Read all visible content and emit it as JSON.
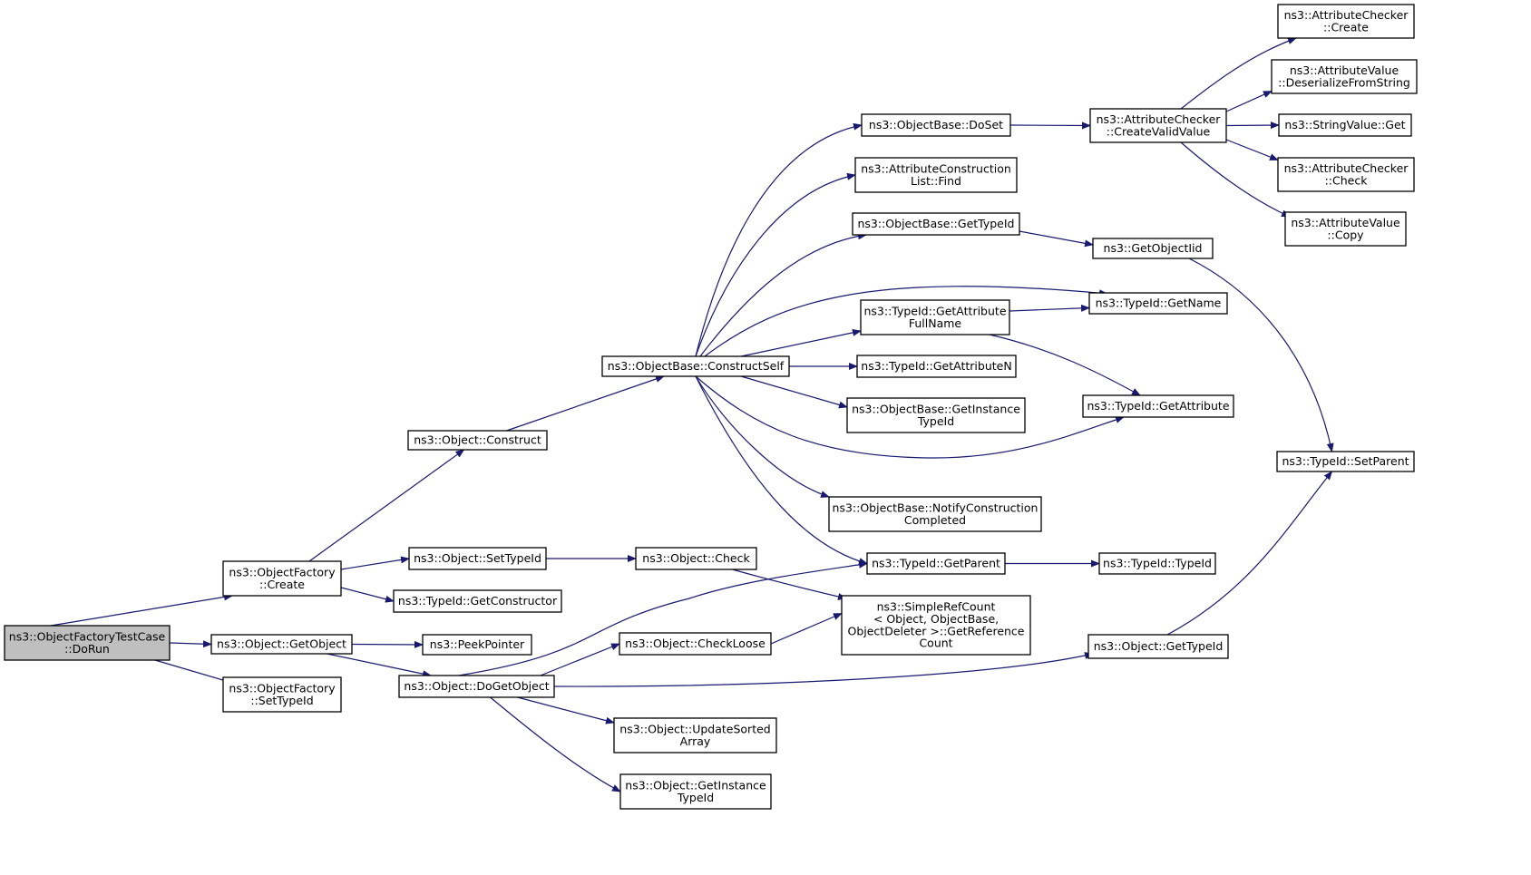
{
  "graph": {
    "root": "DoRun",
    "nodes": [
      {
        "id": "DoRun",
        "lines": [
          "ns3::ObjectFactoryTestCase",
          "::DoRun"
        ],
        "root": true
      },
      {
        "id": "OFCreate",
        "lines": [
          "ns3::ObjectFactory",
          "::Create"
        ]
      },
      {
        "id": "OGetObject",
        "lines": [
          "ns3::Object::GetObject"
        ]
      },
      {
        "id": "OFSetTypeId",
        "lines": [
          "ns3::ObjectFactory",
          "::SetTypeId"
        ]
      },
      {
        "id": "OConstruct",
        "lines": [
          "ns3::Object::Construct"
        ]
      },
      {
        "id": "OSetTypeId",
        "lines": [
          "ns3::Object::SetTypeId"
        ]
      },
      {
        "id": "TGetConstructor",
        "lines": [
          "ns3::TypeId::GetConstructor"
        ]
      },
      {
        "id": "PeekPointer",
        "lines": [
          "ns3::PeekPointer"
        ]
      },
      {
        "id": "ODoGetObject",
        "lines": [
          "ns3::Object::DoGetObject"
        ]
      },
      {
        "id": "OBConstructSelf",
        "lines": [
          "ns3::ObjectBase::ConstructSelf"
        ]
      },
      {
        "id": "OCheck",
        "lines": [
          "ns3::Object::Check"
        ]
      },
      {
        "id": "OCheckLoose",
        "lines": [
          "ns3::Object::CheckLoose"
        ]
      },
      {
        "id": "OUpdateSorted",
        "lines": [
          "ns3::Object::UpdateSorted",
          "Array"
        ]
      },
      {
        "id": "OGetInstanceTypeId",
        "lines": [
          "ns3::Object::GetInstance",
          "TypeId"
        ]
      },
      {
        "id": "OBDoSet",
        "lines": [
          "ns3::ObjectBase::DoSet"
        ]
      },
      {
        "id": "ACLFind",
        "lines": [
          "ns3::AttributeConstruction",
          "List::Find"
        ]
      },
      {
        "id": "OBGetTypeId",
        "lines": [
          "ns3::ObjectBase::GetTypeId"
        ]
      },
      {
        "id": "TGetAttrFullName",
        "lines": [
          "ns3::TypeId::GetAttribute",
          "FullName"
        ]
      },
      {
        "id": "TGetAttributeN",
        "lines": [
          "ns3::TypeId::GetAttributeN"
        ]
      },
      {
        "id": "OBGetInstanceTypeId",
        "lines": [
          "ns3::ObjectBase::GetInstance",
          "TypeId"
        ]
      },
      {
        "id": "OBNotify",
        "lines": [
          "ns3::ObjectBase::NotifyConstruction",
          "Completed"
        ]
      },
      {
        "id": "TGetParent",
        "lines": [
          "ns3::TypeId::GetParent"
        ]
      },
      {
        "id": "SRCGetRef",
        "lines": [
          "ns3::SimpleRefCount",
          "< Object, ObjectBase,",
          " ObjectDeleter >::GetReference",
          "Count"
        ]
      },
      {
        "id": "ACCreateValid",
        "lines": [
          "ns3::AttributeChecker",
          "::CreateValidValue"
        ]
      },
      {
        "id": "GetObjectIid",
        "lines": [
          "ns3::GetObjectIid"
        ]
      },
      {
        "id": "TGetName",
        "lines": [
          "ns3::TypeId::GetName"
        ]
      },
      {
        "id": "TGetAttribute",
        "lines": [
          "ns3::TypeId::GetAttribute"
        ]
      },
      {
        "id": "TTypeId",
        "lines": [
          "ns3::TypeId::TypeId"
        ]
      },
      {
        "id": "OGetTypeId",
        "lines": [
          "ns3::Object::GetTypeId"
        ]
      },
      {
        "id": "ACCreate",
        "lines": [
          "ns3::AttributeChecker",
          "::Create"
        ]
      },
      {
        "id": "AVDeserialize",
        "lines": [
          "ns3::AttributeValue",
          "::DeserializeFromString"
        ]
      },
      {
        "id": "SVGet",
        "lines": [
          "ns3::StringValue::Get"
        ]
      },
      {
        "id": "ACCheck",
        "lines": [
          "ns3::AttributeChecker",
          "::Check"
        ]
      },
      {
        "id": "AVCopy",
        "lines": [
          "ns3::AttributeValue",
          "::Copy"
        ]
      },
      {
        "id": "TSetParent",
        "lines": [
          "ns3::TypeId::SetParent"
        ]
      }
    ],
    "edges": [
      {
        "from": "DoRun",
        "to": "OFCreate"
      },
      {
        "from": "DoRun",
        "to": "OGetObject"
      },
      {
        "from": "DoRun",
        "to": "OFSetTypeId"
      },
      {
        "from": "OFCreate",
        "to": "OConstruct"
      },
      {
        "from": "OFCreate",
        "to": "OSetTypeId"
      },
      {
        "from": "OFCreate",
        "to": "TGetConstructor"
      },
      {
        "from": "OGetObject",
        "to": "PeekPointer"
      },
      {
        "from": "OGetObject",
        "to": "ODoGetObject"
      },
      {
        "from": "OConstruct",
        "to": "OBConstructSelf"
      },
      {
        "from": "OSetTypeId",
        "to": "OCheck"
      },
      {
        "from": "ODoGetObject",
        "to": "TGetParent"
      },
      {
        "from": "ODoGetObject",
        "to": "OCheckLoose"
      },
      {
        "from": "ODoGetObject",
        "to": "OGetTypeId"
      },
      {
        "from": "ODoGetObject",
        "to": "OUpdateSorted"
      },
      {
        "from": "ODoGetObject",
        "to": "OGetInstanceTypeId"
      },
      {
        "from": "OBConstructSelf",
        "to": "OBDoSet"
      },
      {
        "from": "OBConstructSelf",
        "to": "ACLFind"
      },
      {
        "from": "OBConstructSelf",
        "to": "OBGetTypeId"
      },
      {
        "from": "OBConstructSelf",
        "to": "TGetName"
      },
      {
        "from": "OBConstructSelf",
        "to": "TGetAttrFullName"
      },
      {
        "from": "OBConstructSelf",
        "to": "TGetAttributeN"
      },
      {
        "from": "OBConstructSelf",
        "to": "OBGetInstanceTypeId"
      },
      {
        "from": "OBConstructSelf",
        "to": "TGetAttribute"
      },
      {
        "from": "OBConstructSelf",
        "to": "OBNotify"
      },
      {
        "from": "OBConstructSelf",
        "to": "TGetParent"
      },
      {
        "from": "OCheck",
        "to": "SRCGetRef"
      },
      {
        "from": "OCheckLoose",
        "to": "SRCGetRef"
      },
      {
        "from": "OBDoSet",
        "to": "ACCreateValid"
      },
      {
        "from": "OBGetTypeId",
        "to": "GetObjectIid"
      },
      {
        "from": "TGetAttrFullName",
        "to": "TGetName"
      },
      {
        "from": "TGetAttrFullName",
        "to": "TGetAttribute"
      },
      {
        "from": "TGetParent",
        "to": "TTypeId"
      },
      {
        "from": "ACCreateValid",
        "to": "ACCreate"
      },
      {
        "from": "ACCreateValid",
        "to": "AVDeserialize"
      },
      {
        "from": "ACCreateValid",
        "to": "SVGet"
      },
      {
        "from": "ACCreateValid",
        "to": "ACCheck"
      },
      {
        "from": "ACCreateValid",
        "to": "AVCopy"
      },
      {
        "from": "GetObjectIid",
        "to": "TSetParent"
      },
      {
        "from": "OGetTypeId",
        "to": "TSetParent"
      }
    ],
    "colors": {
      "edge": "#191970",
      "root_fill": "#bfbfbf",
      "node_fill": "#ffffff",
      "node_border": "#000000"
    }
  }
}
